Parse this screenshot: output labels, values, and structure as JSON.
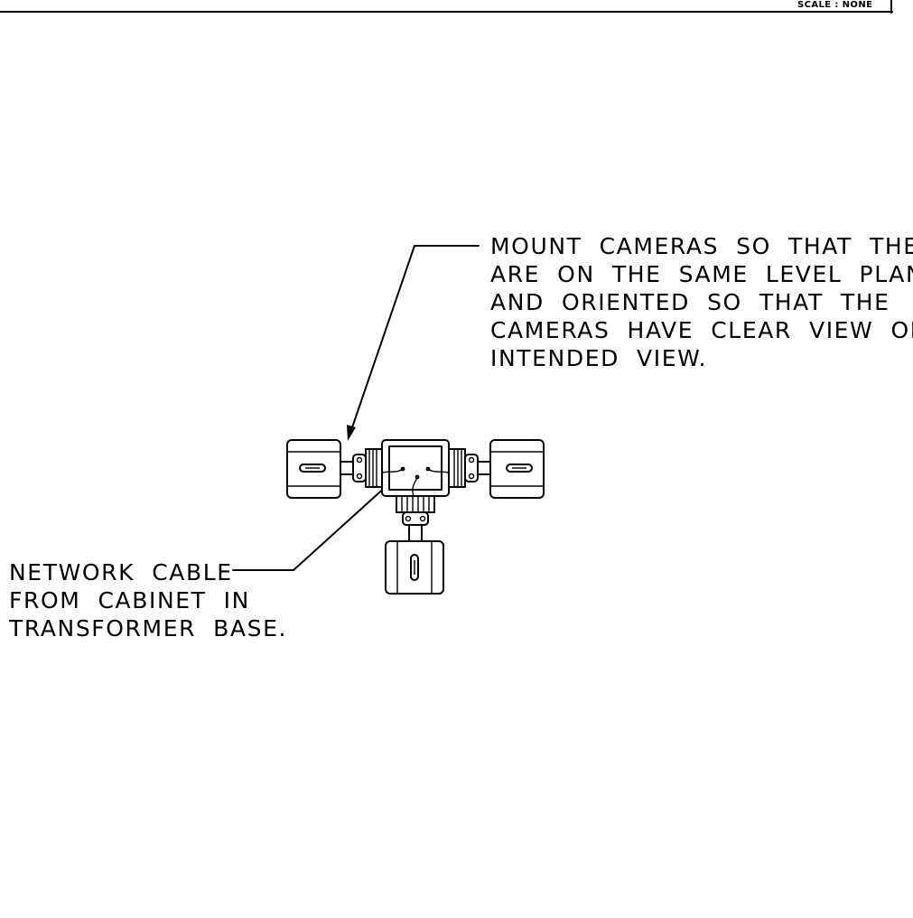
{
  "title_block": {
    "scale_label": "SCALE : NONE"
  },
  "notes": {
    "mount_note": {
      "lines": [
        "MOUNT  CAMERAS  SO  THAT  THEY",
        "ARE  ON  THE  SAME  LEVEL  PLANE",
        "AND  ORIENTED  SO  THAT  THE",
        "CAMERAS  HAVE  CLEAR  VIEW  OF",
        "INTENDED  VIEW."
      ]
    },
    "cable_note": {
      "lines": [
        "NETWORK  CABLE",
        "FROM  CABINET  IN",
        "TRANSFORMER  BASE."
      ]
    }
  },
  "drawing": {
    "components": [
      "left-camera-icon",
      "right-camera-icon",
      "bottom-camera-icon",
      "junction-box-icon"
    ]
  }
}
